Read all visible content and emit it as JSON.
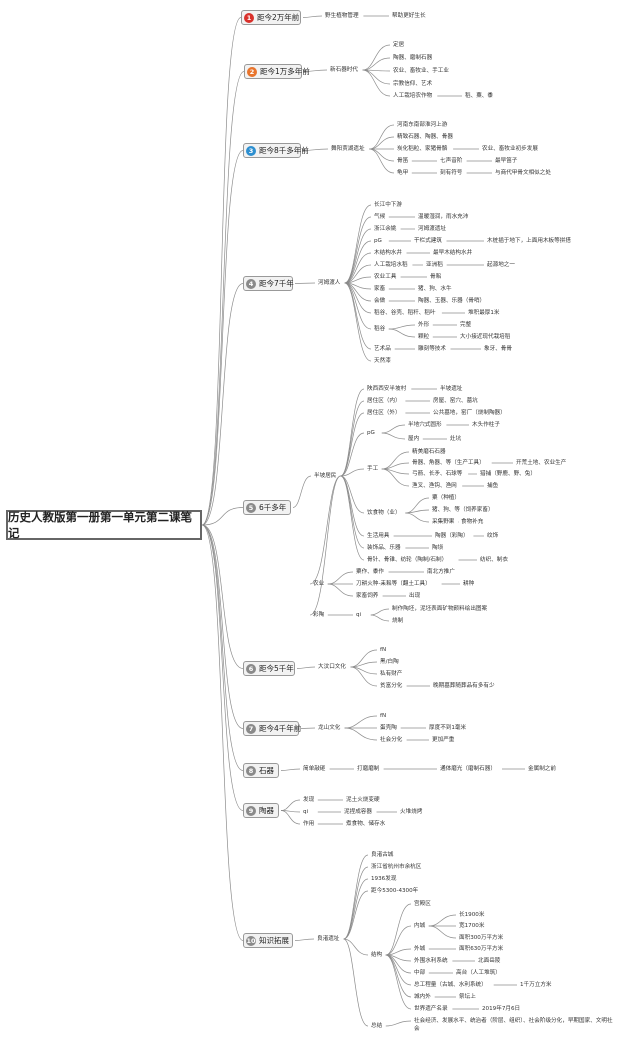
{
  "root": {
    "title": "历史人教版第一册第一单元第二课笔记"
  },
  "branches": [
    {
      "num": "1",
      "label": "距今2万年前",
      "color": "#d9312b"
    },
    {
      "num": "2",
      "label": "距今1万多年前",
      "color": "#e8742c"
    },
    {
      "num": "3",
      "label": "距今8千多年前",
      "color": "#2d8fd0"
    },
    {
      "num": "4",
      "label": "距今7千年",
      "color": "#8a8a8a"
    },
    {
      "num": "5",
      "label": "6千多年",
      "color": "#8a8a8a"
    },
    {
      "num": "6",
      "label": "距今5千年",
      "color": "#8a8a8a"
    },
    {
      "num": "7",
      "label": "距今4千年前",
      "color": "#8a8a8a"
    },
    {
      "num": "8",
      "label": "石器",
      "color": "#8a8a8a"
    },
    {
      "num": "9",
      "label": "陶器",
      "color": "#8a8a8a"
    },
    {
      "num": "10",
      "label": "知识拓展",
      "color": "#8a8a8a"
    }
  ],
  "nodes": {
    "b1": [
      "野生植物管理",
      "帮助更好生长"
    ],
    "b2": [
      "新石器时代",
      "定居",
      "陶器、磨制石器",
      "农业、畜牧业、手工业",
      "宗教信仰、艺术",
      "人工栽培农作物",
      "稻、粟、黍"
    ],
    "b3": [
      "舞阳贾湖遗址",
      "河南东南部淮河上游",
      "精致石器、陶器、骨器",
      "炭化稻粒、家猪骨骼",
      "农业、畜牧业初步发展",
      "骨笛",
      "七声音阶",
      "最早笛子",
      "龟甲",
      "刻有符号",
      "与商代甲骨文相似之处"
    ],
    "b4": [
      "河姆渡人",
      "长江中下游",
      "气候",
      "温暖湿润，雨水充沛",
      "浙江余姚",
      "河姆渡遗址",
      "pG",
      "干栏式建筑",
      "木桩插于地下，上面用木板等拼搭",
      "木结构水井",
      "最早木结构水井",
      "人工栽培水稻",
      "亚洲稻",
      "起源地之一",
      "农业工具",
      "骨耜",
      "家畜",
      "猪、狗、水牛",
      "会做",
      "陶器、玉器、乐器（骨哨）",
      "稻谷、谷壳、稻秆、稻叶",
      "堆积最厚1米",
      "稻谷",
      "外形",
      "完整",
      "颗粒",
      "大小接近现代栽培稻",
      "艺术品",
      "雕刻等技术",
      "象牙、骨骨",
      "天然漆"
    ],
    "b5": [
      "半坡居民",
      "陕西西安半坡村",
      "半坡遗址",
      "居住区（内）",
      "房屋、窑穴、墓坑",
      "居住区（外）",
      "公共墓地，窑厂（烧制陶器）",
      "pG",
      "半地穴式圆形",
      "木头作柱子",
      "屋内",
      "灶坑",
      "手工",
      "精美磨石石器",
      "骨器、角器、等（生产工具）",
      "开荒土地、农业生产",
      "弓箭、长矛、石球等",
      "猎捕（野鹿、野、兔）",
      "渔叉、渔钩、渔网",
      "捕鱼",
      "饮食物（业）",
      "粟（种植）",
      "猪、狗、等（饲养家畜）",
      "采集野果",
      "食物补充",
      "生活用具",
      "陶器（彩陶）",
      "纹饰",
      "装饰品、乐器",
      "陶埙",
      "骨针、骨锥、纺轮（陶制/石制）",
      "纺织、制衣",
      "农业",
      "粟作、黍作",
      "南北方推广",
      "刀耕火种-耒耜等（翻土工具）",
      "耕种",
      "家畜饲养",
      "出现",
      "彩陶",
      "qi",
      "制作陶坯，泥坯表面矿物颜料绘出图案",
      "烧制"
    ],
    "b6": [
      "大汶口文化",
      "fN",
      "黑/白陶",
      "私有财产",
      "贫富分化",
      "晚期墓葬随葬品有多有少"
    ],
    "b7": [
      "龙山文化",
      "fN",
      "蛋壳陶",
      "厚度不到1毫米",
      "社会分化",
      "更加严重"
    ],
    "b8": [
      "简单敲砸",
      "打磨磨制",
      "通体磨光（磨制石器）",
      "金属制之前"
    ],
    "b9": [
      "发现",
      "泥土火烧变硬",
      "qi",
      "泥捏成容器",
      "火堆烧烤",
      "作用",
      "煮食物、储存水"
    ],
    "b10": [
      "良渚遗址",
      "良渚古城",
      "浙江省杭州市余杭区",
      "1936发现",
      "距今5300-4300年",
      "结构",
      "宫殿区",
      "内城",
      "长1900米",
      "宽1700米",
      "面积300万平方米",
      "外城",
      "面积630万平方米",
      "外围水利系统",
      "北面岳陵",
      "中部",
      "高台（人工堆筑）",
      "总工程量（古城、水利系统）",
      "1千万立方米",
      "城内外",
      "祭坛上",
      "世界遗产名录",
      "2019年7月6日",
      "总结",
      "社会经济、发展水平、统治者（阶层、组织）、社会阶级分化，早期国家、文明社会"
    ]
  }
}
